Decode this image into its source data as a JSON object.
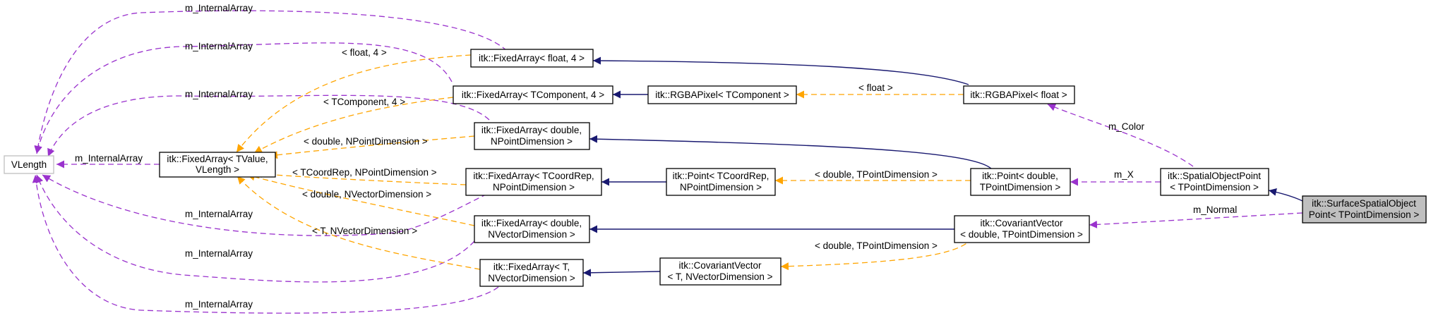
{
  "nodes": {
    "vlength": "VLength",
    "fixedarray_tvalue": [
      "itk::FixedArray< TValue,",
      "VLength >"
    ],
    "fixedarray_float4": [
      "itk::FixedArray< float, 4 >"
    ],
    "fixedarray_tcomponent4": [
      "itk::FixedArray< TComponent, 4 >"
    ],
    "fixedarray_double_npoint": [
      "itk::FixedArray< double,",
      "NPointDimension >"
    ],
    "fixedarray_tcoordrep_npoint": [
      "itk::FixedArray< TCoordRep,",
      "NPointDimension >"
    ],
    "fixedarray_double_nvector": [
      "itk::FixedArray< double,",
      "NVectorDimension >"
    ],
    "fixedarray_t_nvector": [
      "itk::FixedArray< T,",
      "NVectorDimension >"
    ],
    "rgbapixel_tcomponent": [
      "itk::RGBAPixel< TComponent >"
    ],
    "rgbapixel_float": [
      "itk::RGBAPixel< float >"
    ],
    "point_tcoordrep": [
      "itk::Point< TCoordRep,",
      "NPointDimension >"
    ],
    "point_double": [
      "itk::Point< double,",
      "TPointDimension >"
    ],
    "covariantvector_t": [
      "itk::CovariantVector",
      "< T, NVectorDimension >"
    ],
    "covariantvector_double": [
      "itk::CovariantVector",
      "< double, TPointDimension >"
    ],
    "spatialobjectpoint": [
      "itk::SpatialObjectPoint",
      "< TPointDimension >"
    ],
    "surfacespatialobjectpoint": [
      "itk::SurfaceSpatialObject",
      "Point< TPointDimension >"
    ]
  },
  "edge_labels": {
    "m_internalarray": "m_InternalArray",
    "float4": "< float, 4 >",
    "tcomponent4": "< TComponent, 4 >",
    "double_npoint": "< double, NPointDimension >",
    "tcoordrep_npoint": "< TCoordRep, NPointDimension >",
    "double_nvector": "< double, NVectorDimension >",
    "t_nvector": "< T, NVectorDimension >",
    "float": "< float >",
    "double_tpoint": "< double, TPointDimension >",
    "m_color": "m_Color",
    "m_x": "m_X",
    "m_normal": "m_Normal"
  },
  "colors": {
    "inheritance": "#191970",
    "usage": "#9a32cd",
    "template": "#ffa500",
    "focus_fill": "#bfbfbf"
  }
}
